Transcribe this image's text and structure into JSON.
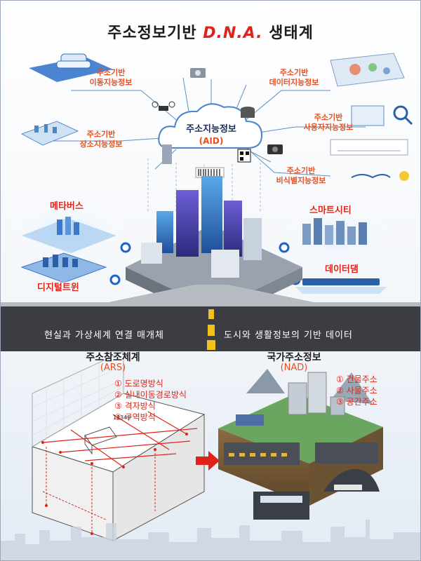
{
  "title": {
    "main": "주소정보기반 ",
    "accent": "D.N.A.",
    "tail": " 생태계"
  },
  "cloud": {
    "name": "주소지능정보",
    "abbr": "(AID)"
  },
  "services": {
    "mobility": "주소기반\n이동지능정보",
    "data": "주소기반\n데이터지능정보",
    "place": "주소기반\n장소지능정보",
    "user": "주소기반\n사용자지능정보",
    "unstructured": "주소기반\n비식별지능정보"
  },
  "platforms": {
    "metaverse": "메타버스",
    "digital_twin": "디지털트윈",
    "smart_city": "스마트시티",
    "data_dam": "데이터댐"
  },
  "road": {
    "left": "현실과 가상세계 연결 매개체",
    "right": "도시와 생활정보의 기반 데이터"
  },
  "ars": {
    "title": "주소참조체계",
    "abbr": "(ARS)",
    "items": [
      "① 도로명방식",
      "② 실내이동경로방식",
      "③ 격자방식",
      "④ 구역방식"
    ],
    "diagram_number": "12345"
  },
  "nad": {
    "title": "국가주소정보",
    "abbr": "(NAD)",
    "items": [
      "① 건물주소",
      "② 사물주소",
      "③ 공간주소"
    ]
  },
  "colors": {
    "accent": "#e0231a",
    "orange": "#e8501f",
    "navy": "#1c2c55"
  }
}
